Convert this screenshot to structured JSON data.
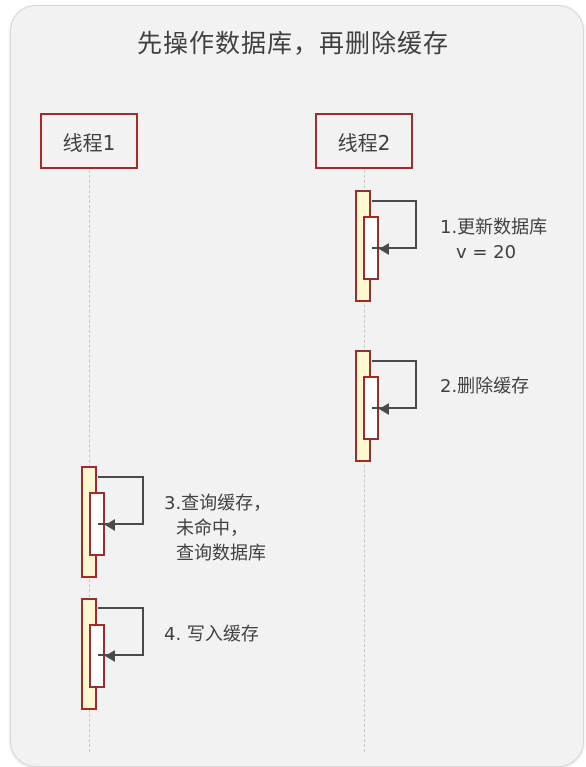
{
  "title": "先操作数据库，再删除缓存",
  "actors": {
    "thread1": "线程1",
    "thread2": "线程2"
  },
  "steps": {
    "step1_line1": "1.更新数据库",
    "step1_line2": "v = 20",
    "step2": "2.删除缓存",
    "step3_line1": "3.查询缓存，",
    "step3_line2": "未命中，",
    "step3_line3": "查询数据库",
    "step4": "4. 写入缓存"
  },
  "colors": {
    "actor_border": "#a52a2a",
    "activation_fill": "#fdf8d2",
    "arrow": "#4a4a4a"
  }
}
